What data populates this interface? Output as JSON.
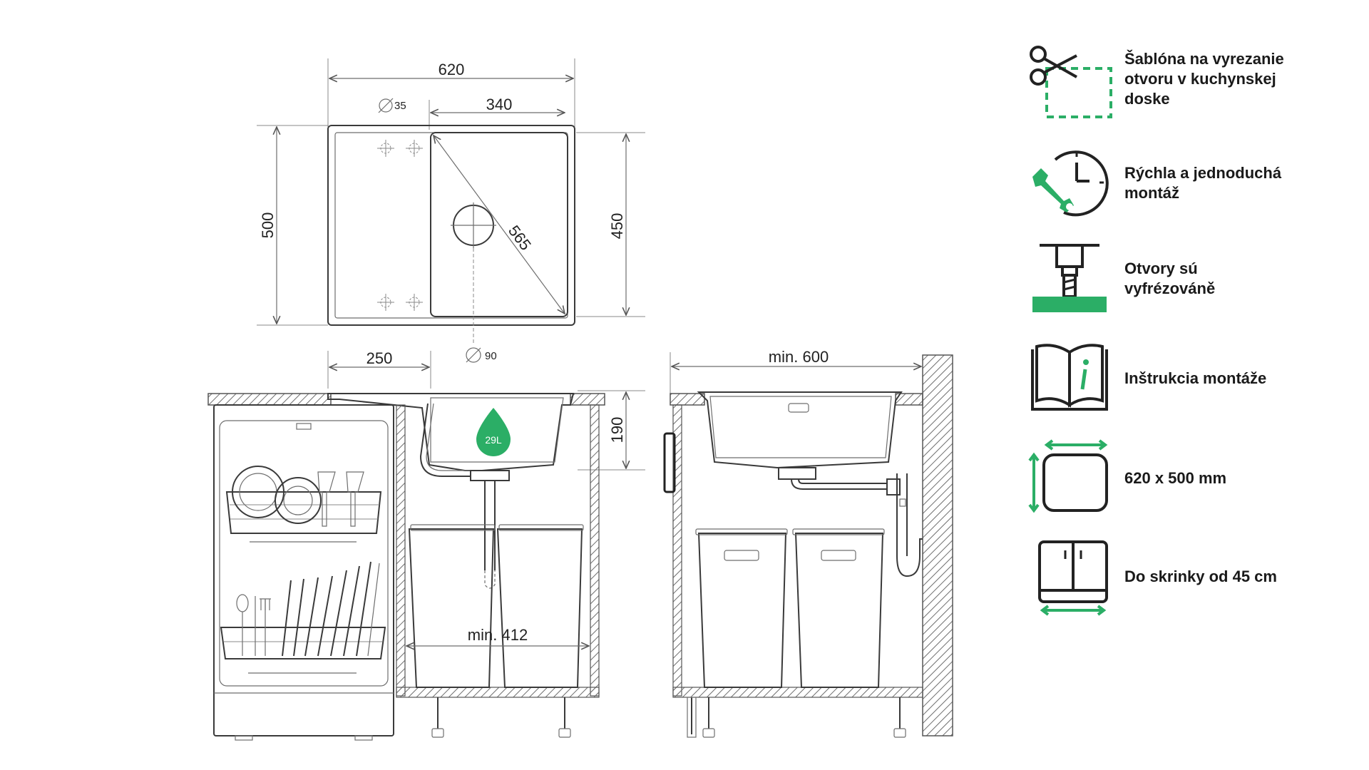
{
  "drawing": {
    "dim_width": "620",
    "dim_bowl_width": "340",
    "dim_height": "500",
    "dim_bowl_height": "450",
    "dim_diagonal": "565",
    "dim_tap_hole": "35",
    "dim_drain": "90",
    "dim_drainer": "250",
    "dim_depth": "190",
    "dim_min_cabinet": "min. 412",
    "dim_min_counter": "min. 600",
    "volume_badge": "29L"
  },
  "features": [
    {
      "icon": "scissors-template-icon",
      "label": "Šablóna na vyrezanie\notvoru v kuchynskej\ndoske"
    },
    {
      "icon": "clock-wrench-icon",
      "label": "Rýchla a jednoduchá\nmontáž"
    },
    {
      "icon": "drill-icon",
      "label": "Otvory sú\nvyfrézováně"
    },
    {
      "icon": "instruction-book-icon",
      "label": "Inštrukcia  montáže"
    },
    {
      "icon": "dimensions-icon",
      "label": "620 x 500 mm"
    },
    {
      "icon": "cabinet-icon",
      "label": "Do skrinky od 45 cm"
    }
  ],
  "colors": {
    "accent": "#2bae66",
    "line": "#6e6e6e",
    "dark": "#222222"
  }
}
